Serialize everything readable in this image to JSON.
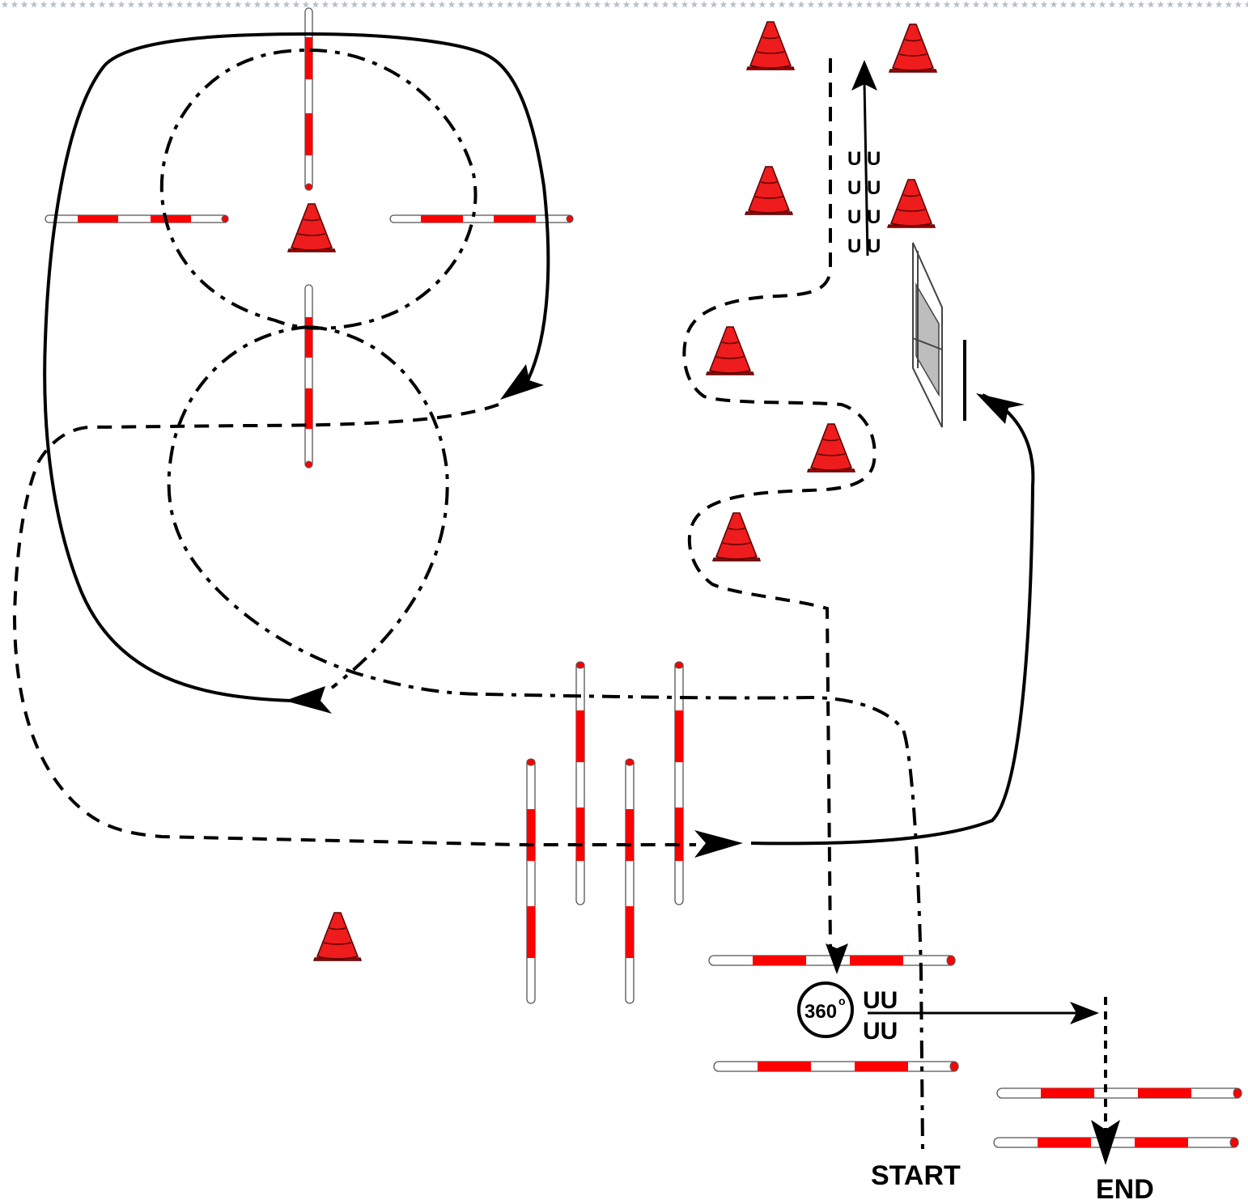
{
  "labels": {
    "start": "START",
    "end": "END",
    "rotation": "360",
    "degree": "o",
    "hoof_row": "U U",
    "hoof_pair": "UU"
  },
  "colors": {
    "cone_red": "#ee1c1c",
    "pole_red": "#ff0000",
    "pole_white": "#ffffff",
    "gate_gray": "#bdbdbd",
    "border_pattern": "#b8c0cc"
  },
  "icons": {
    "cone": "traffic-cone-icon",
    "pole": "striped-pole-icon",
    "gate": "gate-icon",
    "rotation": "rotation-360-icon"
  }
}
